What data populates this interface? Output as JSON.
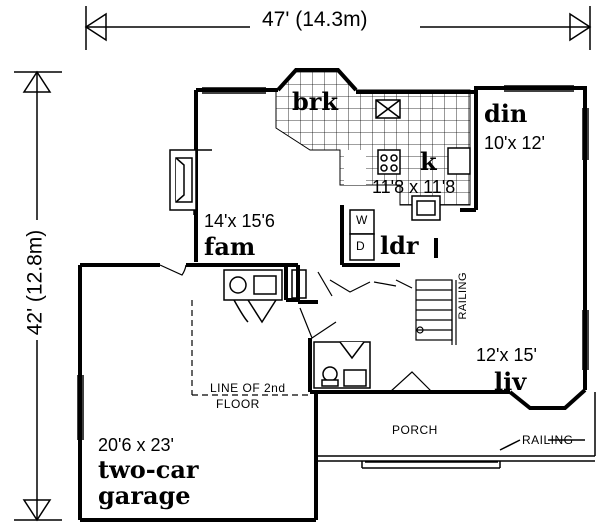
{
  "overall": {
    "width": "47' (14.3m)",
    "depth": "42' (12.8m)"
  },
  "rooms": {
    "brk": {
      "name": "brk"
    },
    "din": {
      "name": "din",
      "size": "10'x 12'"
    },
    "k": {
      "name": "k",
      "size": "11'8 x 11'8"
    },
    "fam": {
      "name": "fam",
      "size": "14'x 15'6"
    },
    "ldr": {
      "name": "ldr"
    },
    "liv": {
      "name": "liv",
      "size": "12'x 15'"
    },
    "garage": {
      "name_line1": "two-car",
      "name_line2": "garage",
      "size": "20'6 x 23'"
    }
  },
  "appliances": {
    "washer": "W",
    "dryer": "D"
  },
  "notes": {
    "line_of_floor_1": "LINE OF 2nd",
    "line_of_floor_2": "FLOOR",
    "porch": "PORCH",
    "railing": "RAILING",
    "railing_stair": "RAILING"
  }
}
